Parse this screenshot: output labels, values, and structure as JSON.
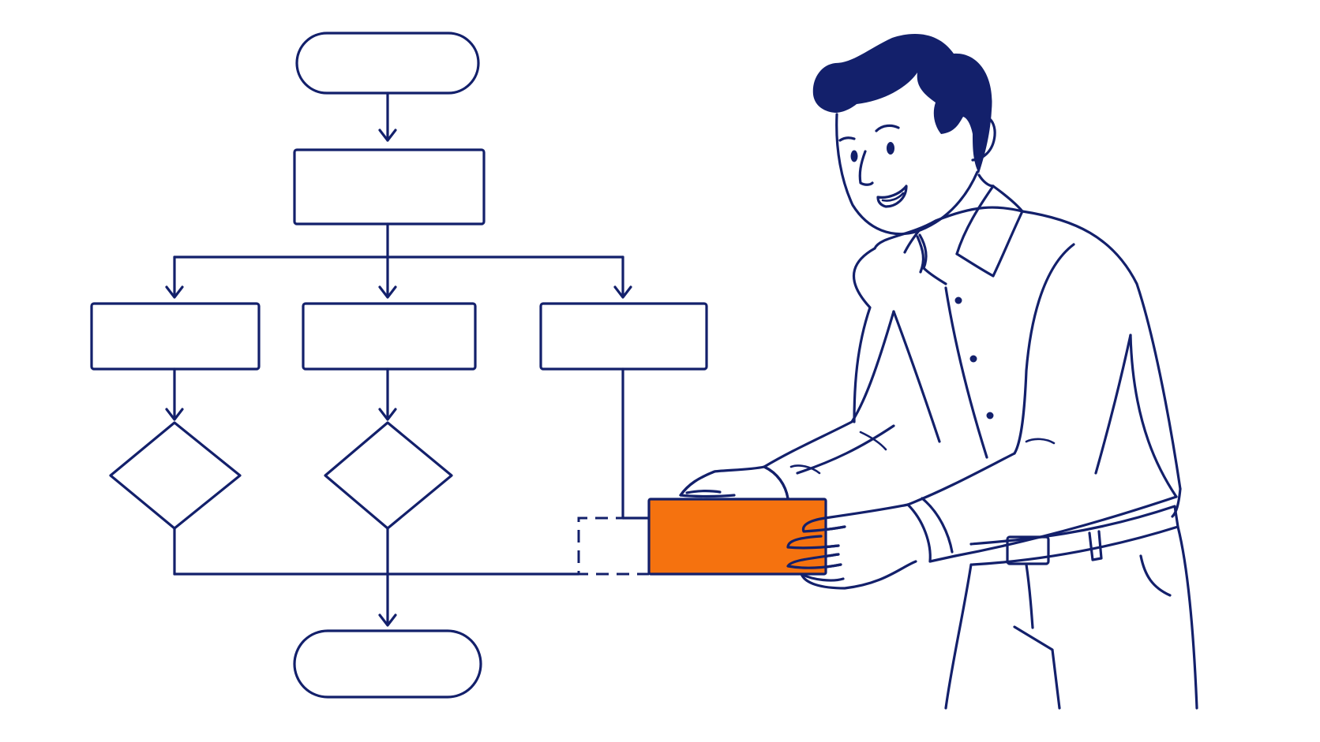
{
  "illustration": {
    "subject": "man-placing-block-into-flowchart",
    "colors": {
      "ink": "#13206b",
      "accent": "#f5720f",
      "background": "#ffffff",
      "hair": "#13206b"
    }
  },
  "flowchart": {
    "nodes": [
      {
        "id": "start",
        "shape": "terminator",
        "label": ""
      },
      {
        "id": "process-main",
        "shape": "process",
        "label": ""
      },
      {
        "id": "process-left",
        "shape": "process",
        "label": ""
      },
      {
        "id": "process-center",
        "shape": "process",
        "label": ""
      },
      {
        "id": "process-right",
        "shape": "process",
        "label": ""
      },
      {
        "id": "decision-left",
        "shape": "decision",
        "label": ""
      },
      {
        "id": "decision-center",
        "shape": "decision",
        "label": ""
      },
      {
        "id": "inserted-block",
        "shape": "process",
        "label": "",
        "highlight": true
      },
      {
        "id": "end",
        "shape": "terminator",
        "label": ""
      }
    ],
    "edges": [
      {
        "from": "start",
        "to": "process-main",
        "arrow": true
      },
      {
        "from": "process-main",
        "to": "process-left",
        "arrow": true
      },
      {
        "from": "process-main",
        "to": "process-center",
        "arrow": true
      },
      {
        "from": "process-main",
        "to": "process-right",
        "arrow": true
      },
      {
        "from": "process-left",
        "to": "decision-left",
        "arrow": true
      },
      {
        "from": "process-center",
        "to": "decision-center",
        "arrow": true
      },
      {
        "from": "process-right",
        "to": "inserted-block",
        "arrow": false
      },
      {
        "from": "decision-left",
        "to": "end",
        "arrow": false
      },
      {
        "from": "decision-center",
        "to": "end",
        "arrow": true
      },
      {
        "from": "inserted-block",
        "to": "end",
        "arrow": false,
        "style": "dashed"
      }
    ]
  }
}
